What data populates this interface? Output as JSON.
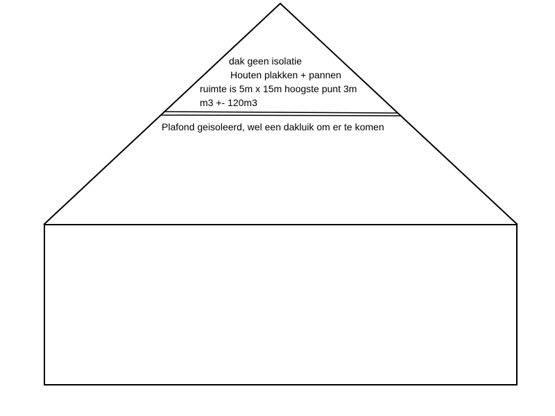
{
  "roof_notes": {
    "line1": "dak geen isolatie",
    "line2": "Houten plakken + pannen",
    "line3": "ruimte is 5m x 15m hoogste punt 3m",
    "line4": "m3 +- 120m3"
  },
  "ceiling_note": "Plafond geisoleerd, wel een dakluik om er te komen",
  "colors": {
    "stroke": "#000000",
    "background": "#ffffff"
  }
}
